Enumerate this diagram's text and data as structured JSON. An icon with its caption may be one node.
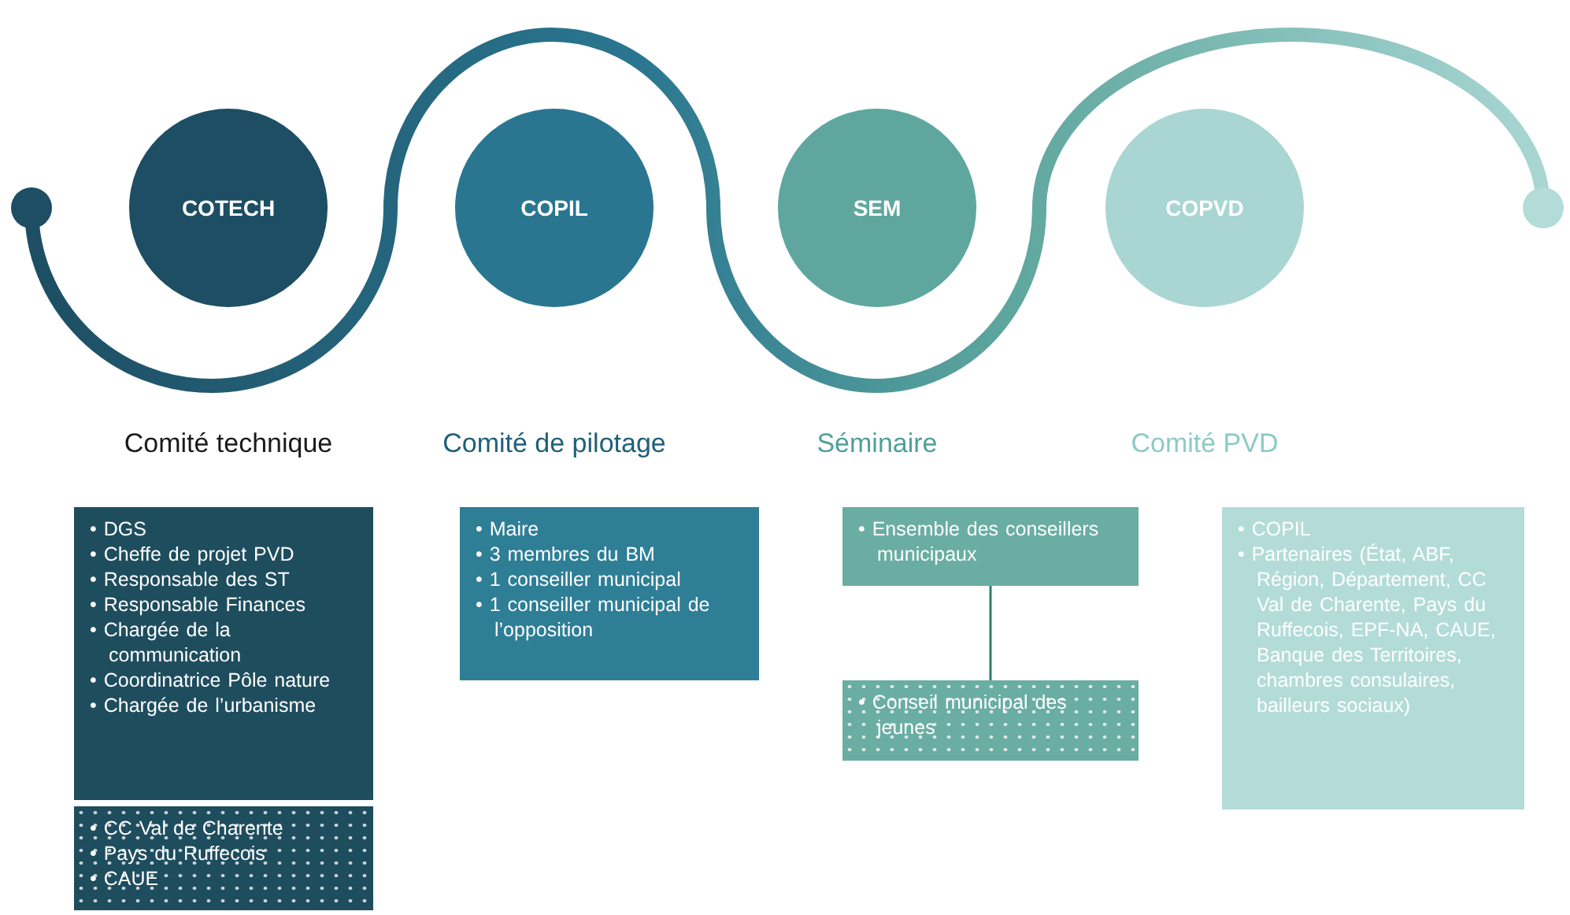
{
  "diagram": {
    "nodes": [
      {
        "text": [
          "COTECH"
        ]
      },
      {
        "text": [
          "COPIL"
        ]
      },
      {
        "text": [
          "SEM"
        ]
      },
      {
        "text": [
          "COPVD"
        ]
      },
      {
        "text": [
          "• DGS",
          "• Cheffe de projet PVD",
          "• Responsable des ST",
          "• Responsable Finances",
          "• Chargée de la communication",
          "• Coordinatrice Pôle nature",
          "• Chargée de l’urbanisme"
        ]
      },
      {
        "text": [
          "• CC Val de Charente",
          "• Pays du Ruffecois",
          "• CAUE"
        ]
      },
      {
        "text": [
          "• Maire",
          "• 3 membres du BM",
          "• 1 conseiller municipal",
          "• 1 conseiller municipal de l’opposition"
        ]
      },
      {
        "text": [
          "• Ensemble des conseillers municipaux"
        ]
      },
      {
        "text": [
          "• Conseil municipal des jeunes"
        ]
      },
      {
        "text": [
          "• COPIL",
          "• Partenaires (État, ABF, Région, Département, CC Val de Charente, Pays du Ruffecois, EPF-NA, CAUE, Banque des Territoires, chambres consulaires, bailleurs sociaux)"
        ]
      }
    ],
    "edges": [
      {
        "from": 7,
        "to": 8,
        "arrow": "none"
      }
    ],
    "labels": [
      "Comité technique",
      "Comité de pilotage",
      "Séminaire",
      "Comité PVD"
    ]
  }
}
